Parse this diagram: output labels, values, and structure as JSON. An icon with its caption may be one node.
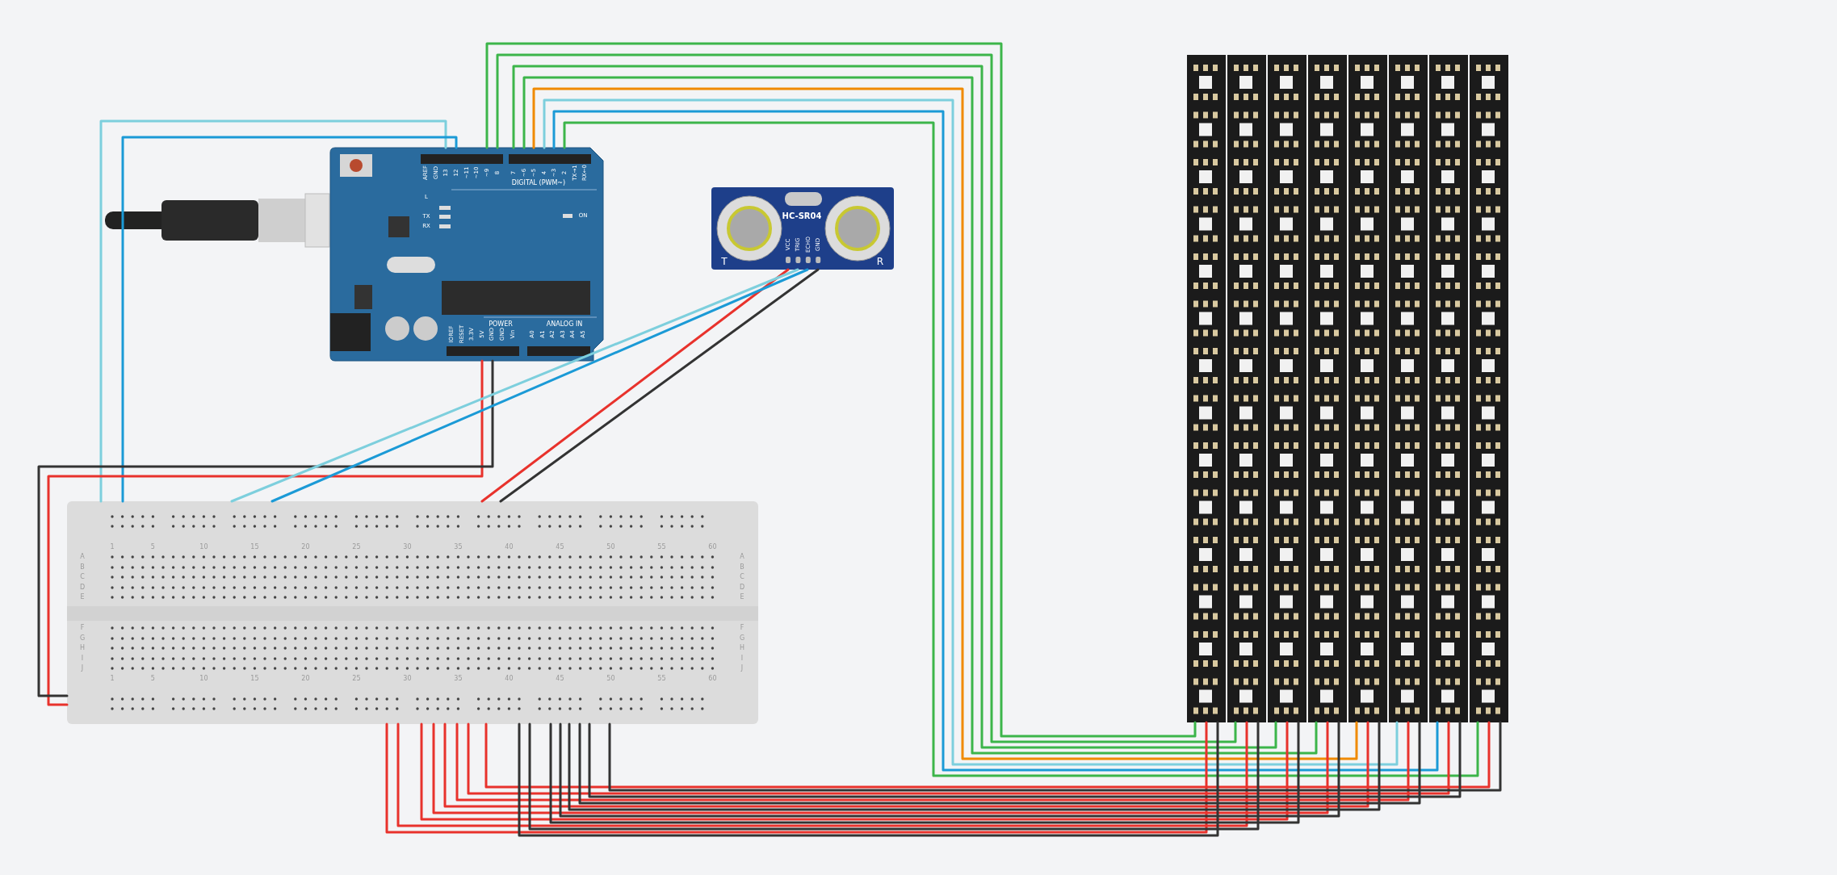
{
  "diagram": {
    "nodes": [
      {
        "text": [
          "DIGITAL (PWM~)",
          "POWER",
          "ANALOG IN"
        ]
      },
      {
        "text": [
          "HC-SR04"
        ]
      },
      {
        "text": [],
        "shape": "picture"
      },
      {
        "text": [],
        "shape": "picture"
      },
      {
        "text": [],
        "shape": "picture"
      },
      {
        "text": [],
        "shape": "picture"
      },
      {
        "text": [],
        "shape": "picture"
      },
      {
        "text": [],
        "shape": "picture"
      },
      {
        "text": [],
        "shape": "picture"
      },
      {
        "text": [],
        "shape": "picture"
      },
      {
        "text": [],
        "shape": "picture"
      }
    ],
    "edges": [
      {
        "from": 0,
        "to": 2,
        "arrow": "none",
        "color": "#7dcfdd"
      },
      {
        "from": 0,
        "to": 2,
        "arrow": "none",
        "color": "#1b9ad6"
      },
      {
        "from": 0,
        "to": 2,
        "arrow": "none",
        "color": "#e8322c"
      },
      {
        "from": 0,
        "to": 2,
        "arrow": "none",
        "color": "#333333"
      },
      {
        "from": 1,
        "to": 2,
        "arrow": "none",
        "color": "#e8322c"
      },
      {
        "from": 1,
        "to": 2,
        "arrow": "none",
        "color": "#7dcfdd"
      },
      {
        "from": 1,
        "to": 2,
        "arrow": "none",
        "color": "#1b9ad6"
      },
      {
        "from": 1,
        "to": 2,
        "arrow": "none",
        "color": "#333333"
      },
      {
        "from": 0,
        "to": 3,
        "arrow": "none",
        "color": "#3cb54a"
      },
      {
        "from": 0,
        "to": 4,
        "arrow": "none",
        "color": "#3cb54a"
      },
      {
        "from": 0,
        "to": 5,
        "arrow": "none",
        "color": "#3cb54a"
      },
      {
        "from": 0,
        "to": 6,
        "arrow": "none",
        "color": "#3cb54a"
      },
      {
        "from": 0,
        "to": 7,
        "arrow": "none",
        "color": "#f08a00"
      },
      {
        "from": 0,
        "to": 8,
        "arrow": "none",
        "color": "#7dcfdd"
      },
      {
        "from": 0,
        "to": 9,
        "arrow": "none",
        "color": "#1b9ad6"
      },
      {
        "from": 0,
        "to": 10,
        "arrow": "none",
        "color": "#3cb54a"
      },
      {
        "from": 2,
        "to": 3,
        "arrow": "none",
        "color": "#e8322c"
      },
      {
        "from": 2,
        "to": 4,
        "arrow": "none",
        "color": "#e8322c"
      },
      {
        "from": 2,
        "to": 5,
        "arrow": "none",
        "color": "#e8322c"
      },
      {
        "from": 2,
        "to": 6,
        "arrow": "none",
        "color": "#e8322c"
      },
      {
        "from": 2,
        "to": 7,
        "arrow": "none",
        "color": "#e8322c"
      },
      {
        "from": 2,
        "to": 8,
        "arrow": "none",
        "color": "#e8322c"
      },
      {
        "from": 2,
        "to": 9,
        "arrow": "none",
        "color": "#e8322c"
      },
      {
        "from": 2,
        "to": 10,
        "arrow": "none",
        "color": "#e8322c"
      },
      {
        "from": 2,
        "to": 3,
        "arrow": "none",
        "color": "#333333"
      },
      {
        "from": 2,
        "to": 4,
        "arrow": "none",
        "color": "#333333"
      },
      {
        "from": 2,
        "to": 5,
        "arrow": "none",
        "color": "#333333"
      },
      {
        "from": 2,
        "to": 6,
        "arrow": "none",
        "color": "#333333"
      },
      {
        "from": 2,
        "to": 7,
        "arrow": "none",
        "color": "#333333"
      },
      {
        "from": 2,
        "to": 8,
        "arrow": "none",
        "color": "#333333"
      },
      {
        "from": 2,
        "to": 9,
        "arrow": "none",
        "color": "#333333"
      },
      {
        "from": 2,
        "to": 10,
        "arrow": "none",
        "color": "#333333"
      }
    ],
    "labels": [
      "AREF",
      "GND",
      "13",
      "12",
      "~11",
      "~10",
      "~9",
      "8",
      "7",
      "~6",
      "~5",
      "4",
      "~3",
      "2",
      "TX→1",
      "RX←0",
      "L",
      "TX",
      "RX",
      "ON",
      "IOREF",
      "RESET",
      "3.3V",
      "5V",
      "GND",
      "GND",
      "Vin",
      "A0",
      "A1",
      "A2",
      "A3",
      "A4",
      "A5",
      "VCC",
      "TRIG",
      "ECHO",
      "GND",
      "T",
      "R",
      "1",
      "5",
      "10",
      "15",
      "20",
      "25",
      "30",
      "35",
      "40",
      "45",
      "50",
      "55",
      "60",
      "A",
      "A",
      "B",
      "B",
      "C",
      "C",
      "D",
      "D",
      "E",
      "E",
      "F",
      "F",
      "G",
      "G",
      "H",
      "H",
      "I",
      "I",
      "J",
      "J",
      "1",
      "5",
      "10",
      "15",
      "20",
      "25",
      "30",
      "35",
      "40",
      "45",
      "50",
      "55",
      "60"
    ]
  }
}
